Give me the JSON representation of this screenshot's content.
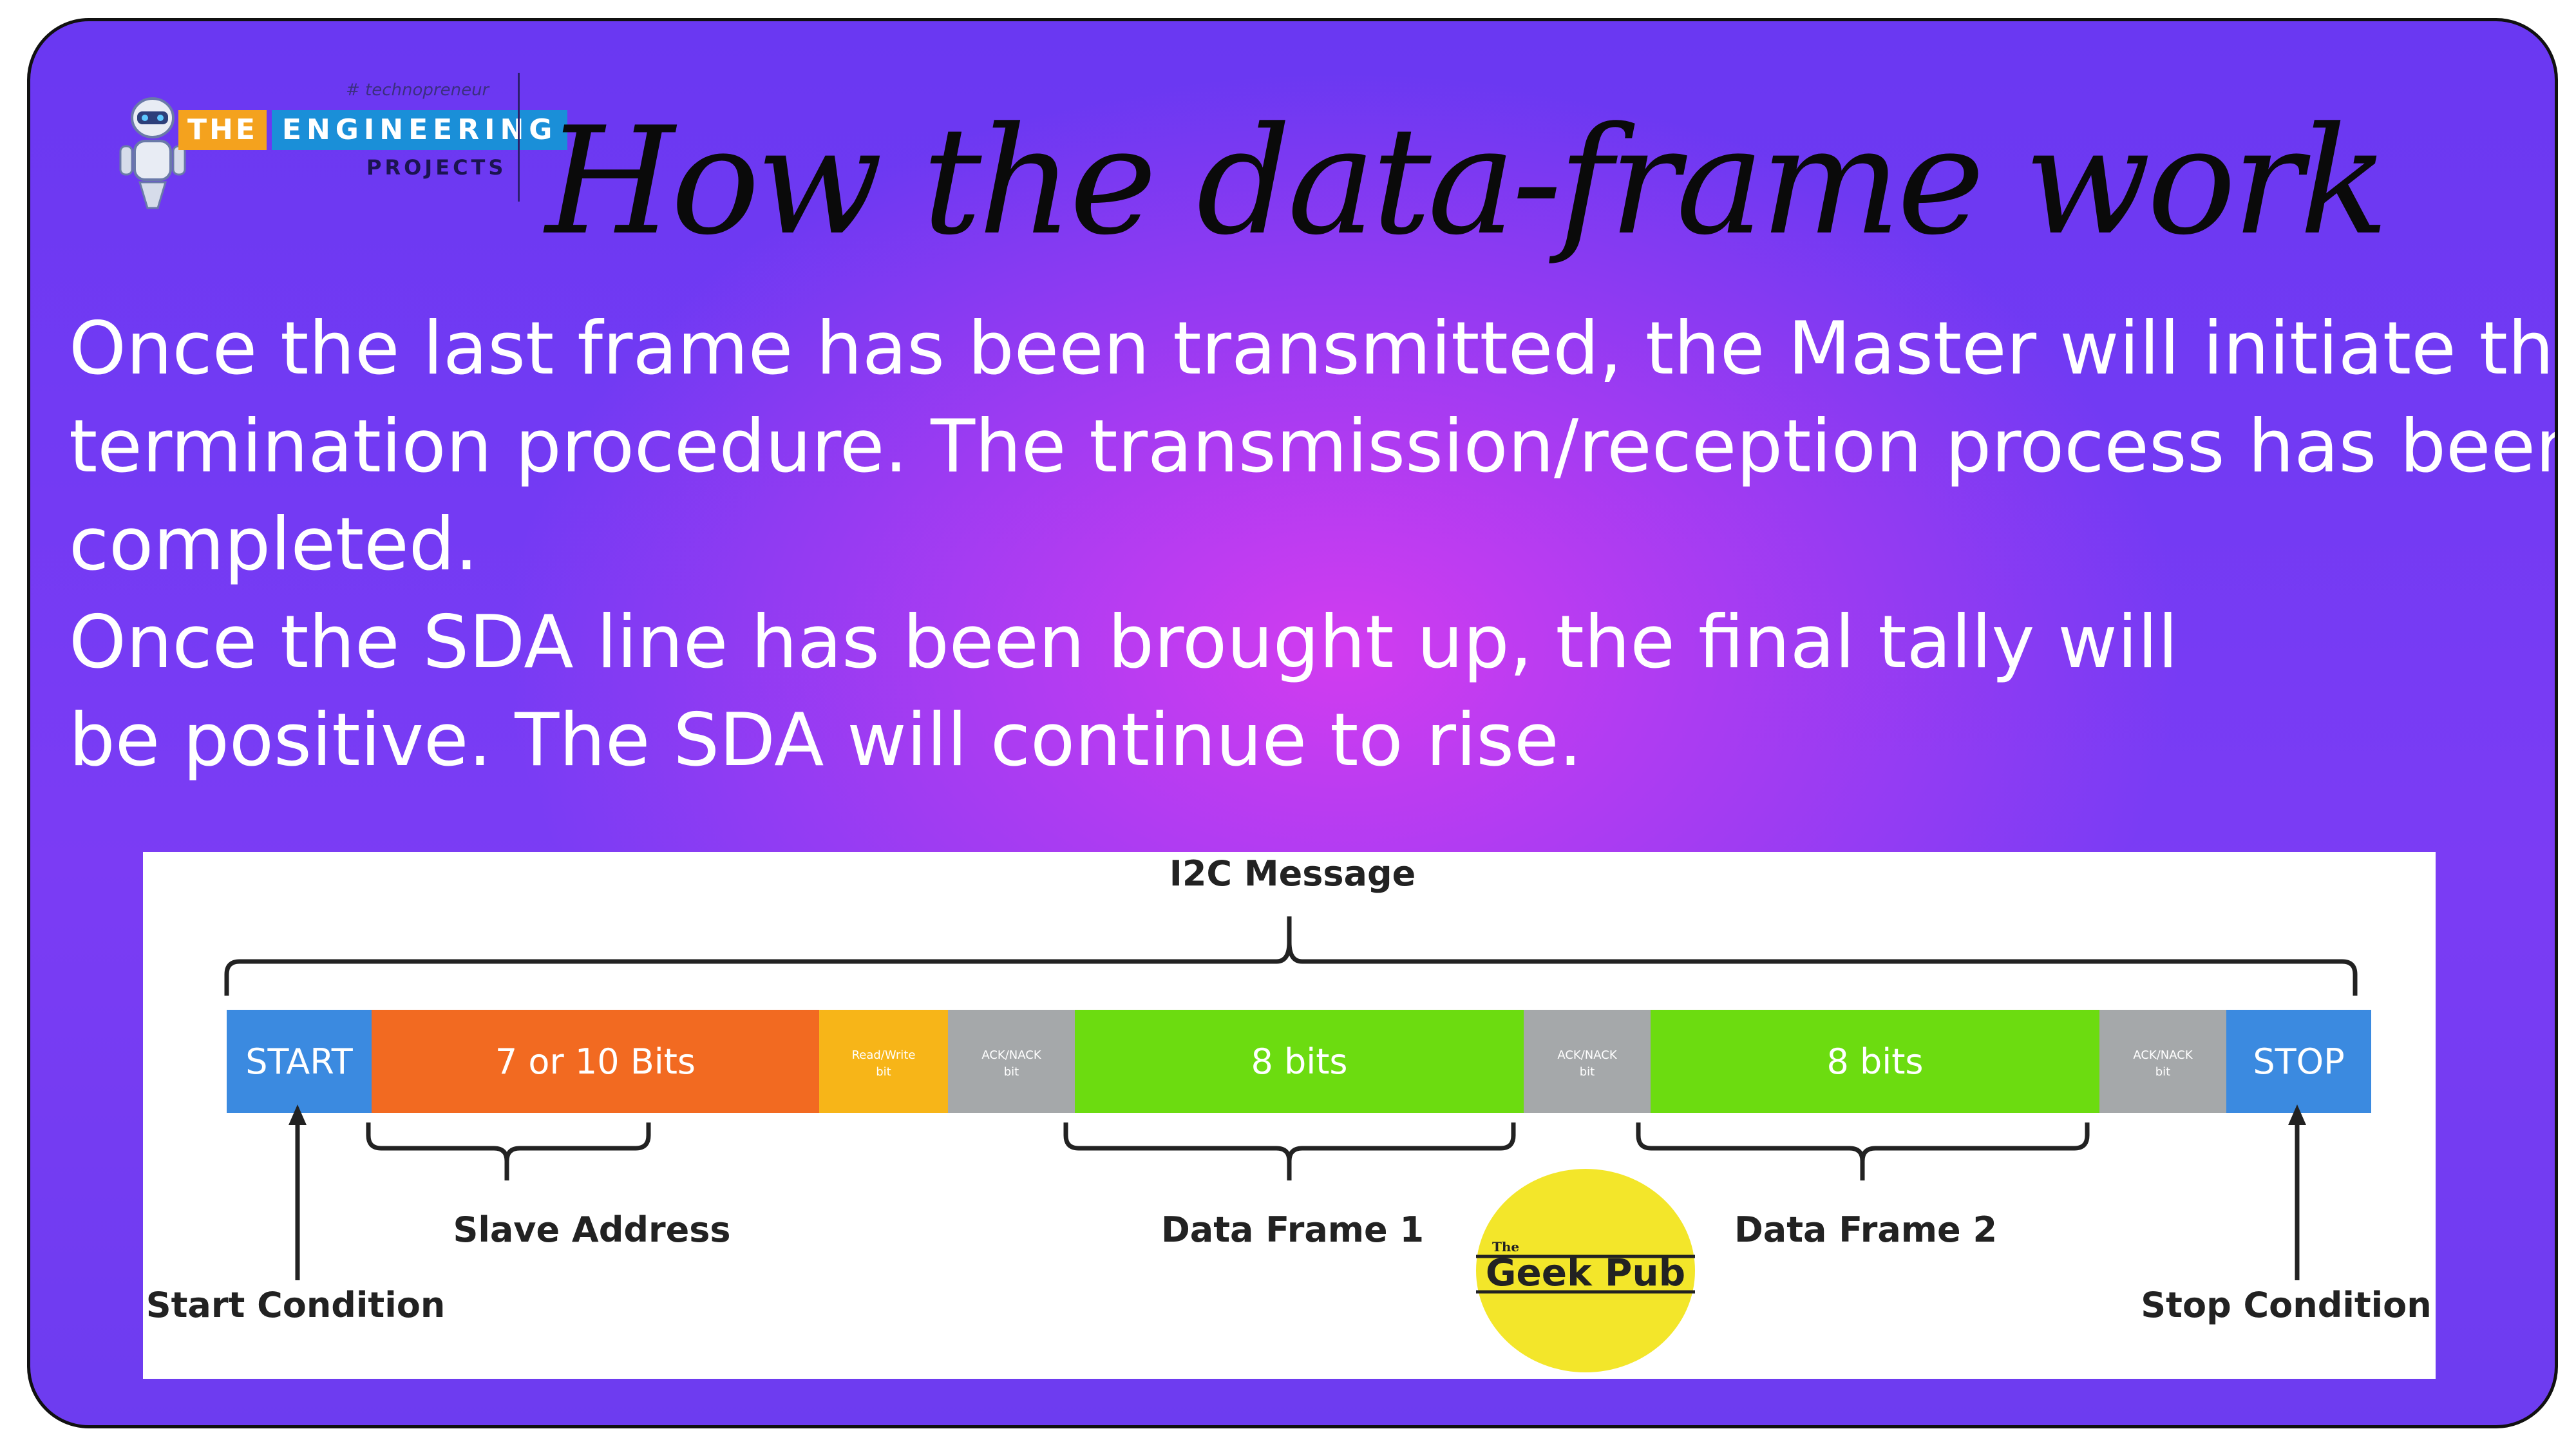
{
  "logo": {
    "tagline": "# technopreneur",
    "the": "THE",
    "engineering": "ENGINEERING",
    "projects": "PROJECTS"
  },
  "title": "How the data-frame work",
  "body": {
    "lines": [
      "Once the last frame has been transmitted, the Master will initiate the",
      "termination procedure. The transmission/reception process has been",
      "completed.",
      "Once the SDA line has been brought up, the final tally will",
      "be positive. The SDA will continue to rise."
    ]
  },
  "diagram": {
    "message_label": "I2C Message",
    "segments": [
      {
        "label": "START",
        "color": "#3b8ae0",
        "small": false
      },
      {
        "label": "7 or 10 Bits",
        "color": "#f26a21",
        "small": false
      },
      {
        "label": "Read/Write bit",
        "line1": "Read/Write",
        "line2": "bit",
        "color": "#f7b518",
        "small": true
      },
      {
        "label": "ACK/NACK bit",
        "line1": "ACK/NACK",
        "line2": "bit",
        "color": "#a5a8aa",
        "small": true
      },
      {
        "label": "8 bits",
        "color": "#6cdc10",
        "small": false
      },
      {
        "label": "ACK/NACK bit",
        "line1": "ACK/NACK",
        "line2": "bit",
        "color": "#a5a8aa",
        "small": true
      },
      {
        "label": "8 bits",
        "color": "#6cdc10",
        "small": false
      },
      {
        "label": "ACK/NACK bit",
        "line1": "ACK/NACK",
        "line2": "bit",
        "color": "#a5a8aa",
        "small": true
      },
      {
        "label": "STOP",
        "color": "#3b8ae0",
        "small": false
      }
    ],
    "slave_address": "Slave Address",
    "data_frame_1": "Data Frame 1",
    "data_frame_2": "Data Frame 2",
    "start_condition": "Start Condition",
    "stop_condition": "Stop Condition",
    "watermark": {
      "small": "The",
      "main": "Geek Pub",
      "color": "#f3e62a"
    }
  }
}
